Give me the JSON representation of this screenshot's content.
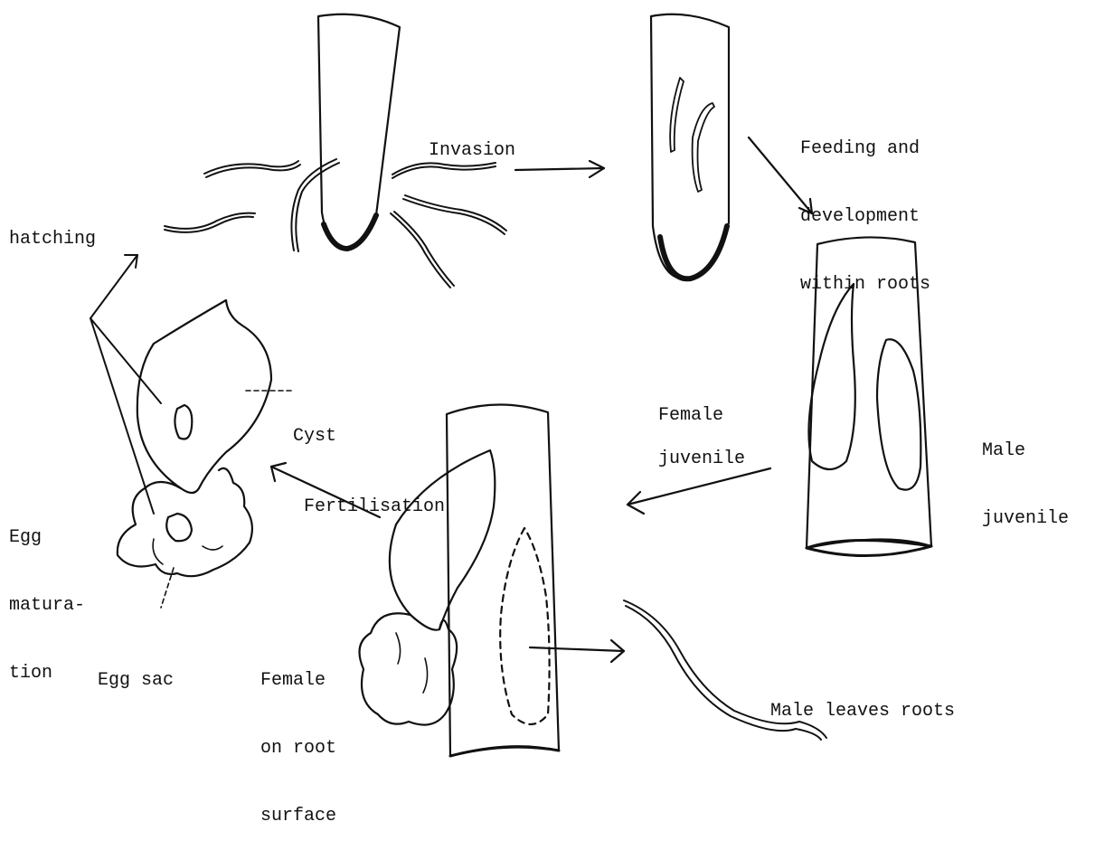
{
  "diagram": {
    "stroke_color": "#111111",
    "labels": {
      "invasion": [
        "Invasion"
      ],
      "feeding": [
        "Feeding and",
        "development",
        "within roots"
      ],
      "hatching": [
        "hatching"
      ],
      "cyst": [
        "Cyst"
      ],
      "female_juvenile": [
        "Female",
        "juvenile"
      ],
      "male_juvenile": [
        "Male",
        "juvenile"
      ],
      "fertilisation": [
        "Fertilisation"
      ],
      "egg_maturation": [
        "Egg",
        "matura-",
        "tion"
      ],
      "egg_sac": [
        "Egg sac"
      ],
      "female_on_root": [
        "Female",
        "on root",
        "surface"
      ],
      "male_leaves": [
        "Male leaves roots"
      ]
    }
  }
}
